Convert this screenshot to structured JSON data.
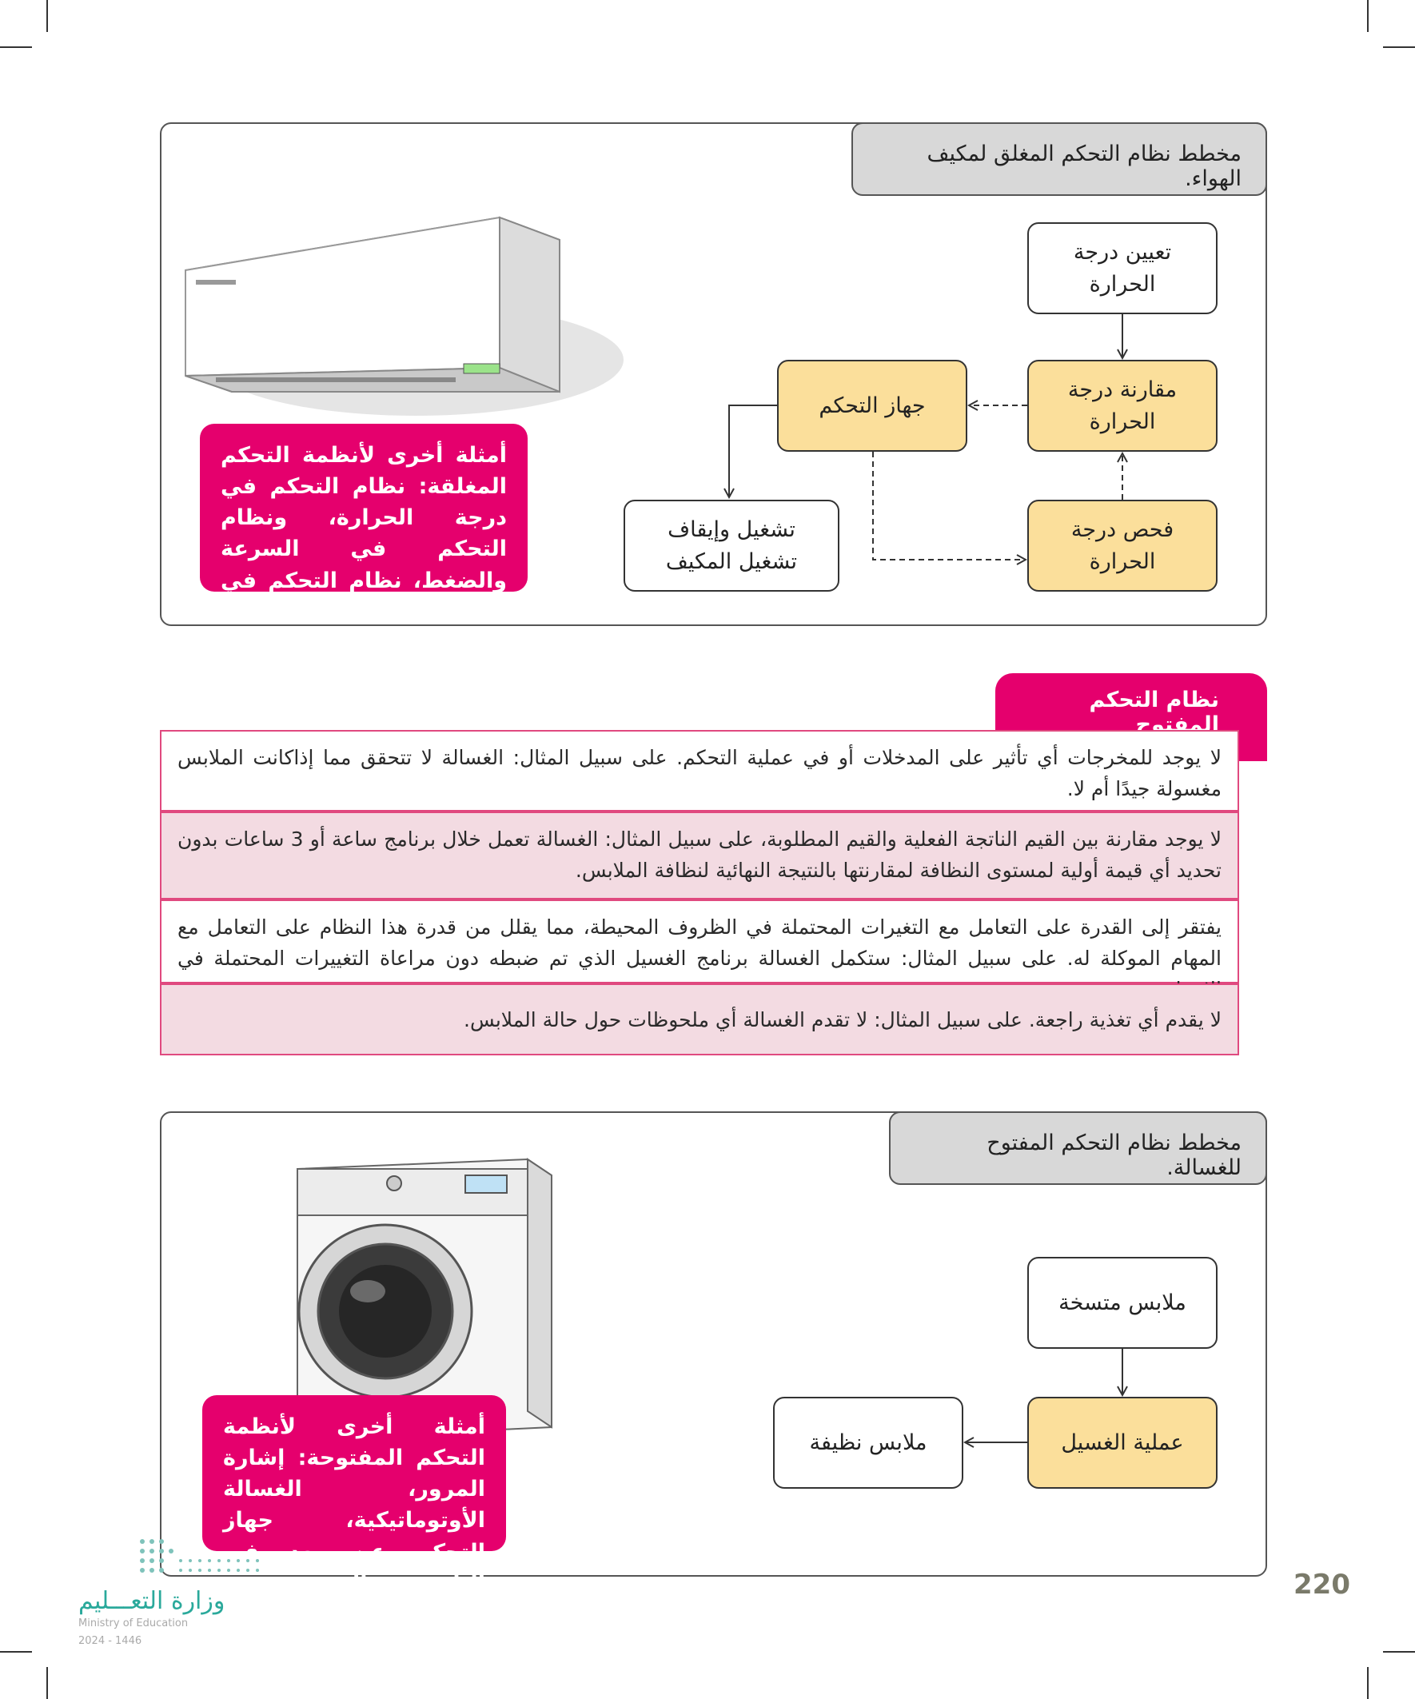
{
  "closed_diagram": {
    "title": "مخطط نظام التحكم المغلق لمكيف الهواء.",
    "nodes": {
      "set_temp": "تعيين درجة\nالحرارة",
      "compare_temp": "مقارنة درجة\nالحرارة",
      "controller": "جهاز التحكم",
      "check_temp": "فحص درجة\nالحرارة",
      "ac_on_off": "تشغيل وإيقاف\nتشغيل المكيف"
    },
    "note": "أمثلة أخرى لأنظمة التحكم المغلقة: نظام التحكم في درجة الحرارة، ونظام التحكم في السرعة والضغط، نظام التحكم في الثلاجة، إلخ.",
    "ac_display_color": "#9be38a"
  },
  "open_section": {
    "heading": "نظام التحكم المفتوح",
    "rows": [
      "لا يوجد للمخرجات أي تأثير على المدخلات أو في عملية التحكم. على سبيل المثال: الغسالة لا تتحقق مما إذاكانت الملابس مغسولة جيدًا أم لا.",
      "لا يوجد مقارنة بين القيم الناتجة الفعلية والقيم المطلوبة، على سبيل المثال: الغسالة تعمل خلال برنامج ساعة أو 3 ساعات بدون تحديد أي قيمة أولية لمستوى النظافة لمقارنتها بالنتيجة النهائية لنظافة الملابس.",
      "يفتقر إلى القدرة على التعامل مع التغيرات المحتملة في الظروف المحيطة، مما يقلل من قدرة هذا النظام على التعامل مع المهام الموكلة له. على سبيل المثال: ستكمل الغسالة برنامج الغسيل الذي تم ضبطه دون مراعاة التغييرات المحتملة في الإجراء.",
      "لا يقدم أي تغذية راجعة. على سبيل المثال: لا تقدم الغسالة أي ملحوظات حول حالة الملابس."
    ]
  },
  "open_diagram": {
    "title": "مخطط نظام التحكم المفتوح للغسالة.",
    "nodes": {
      "dirty_clothes": "ملابس متسخة",
      "washing": "عملية الغسيل",
      "clean_clothes": "ملابس نظيفة"
    },
    "note": "أمثلة أخرى لأنظمة التحكم المفتوحة: إشارة المرور، الغسالة الأوتوماتيكية، جهاز التحكم عن بعد في التلفزيون، إلخ."
  },
  "footer": {
    "page_number": "220",
    "ministry_ar": "وزارة التعـــليم",
    "ministry_en": "Ministry of Education",
    "year": "2024 - 1446"
  },
  "colors": {
    "accent_pink": "#e5006d",
    "node_yellow": "#fbdf9b",
    "row_tint": "#f3dbe2",
    "logo_teal": "#2aa99b"
  }
}
